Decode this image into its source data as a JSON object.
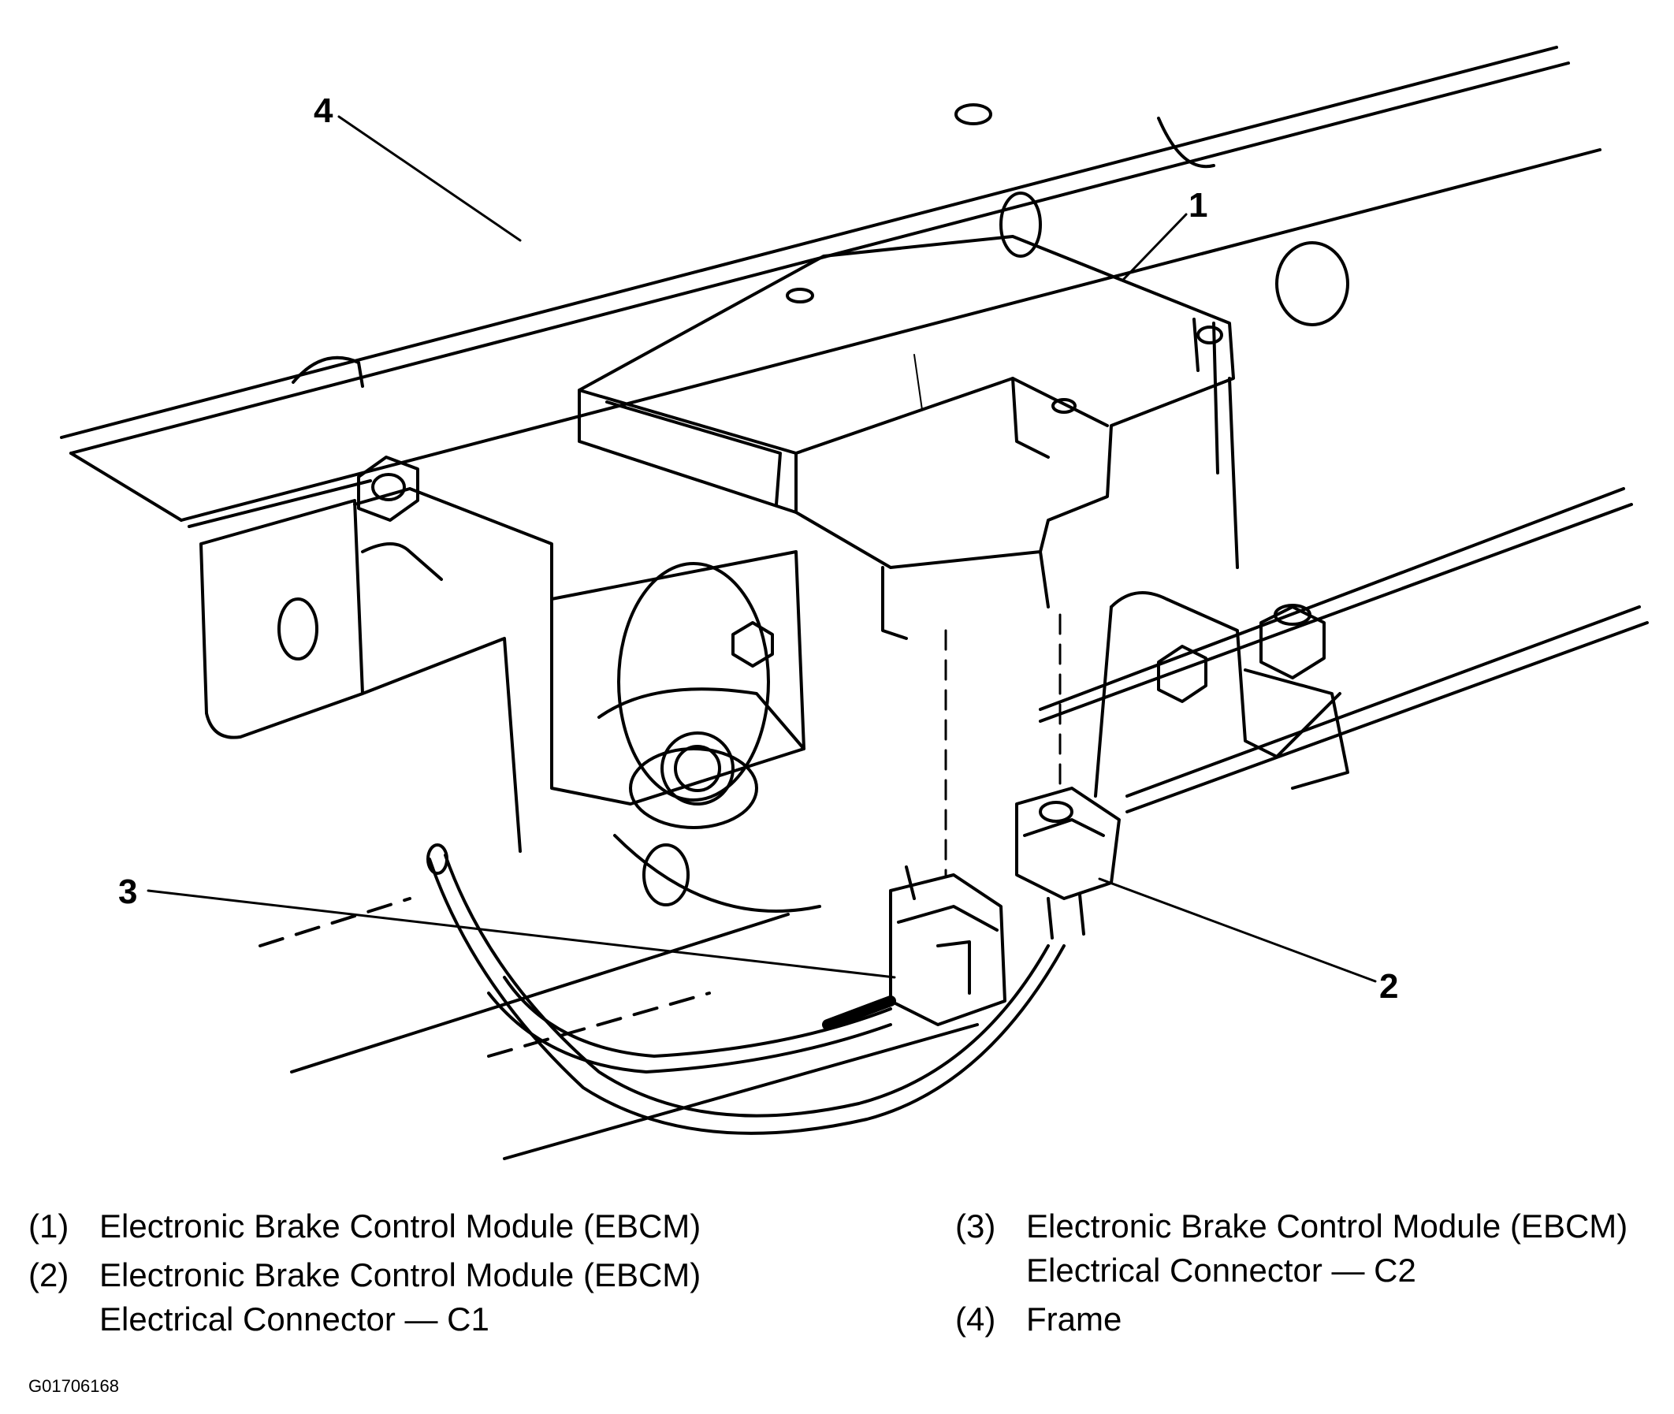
{
  "callouts": {
    "c1": "1",
    "c2": "2",
    "c3": "3",
    "c4": "4"
  },
  "legend": [
    {
      "num": "(1)",
      "line1": "Electronic Brake Control Module (EBCM)",
      "line2": ""
    },
    {
      "num": "(2)",
      "line1": "Electronic Brake Control Module (EBCM)",
      "line2": "Electrical Connector — C1"
    },
    {
      "num": "(3)",
      "line1": "Electronic Brake Control Module (EBCM)",
      "line2": "Electrical Connector — C2"
    },
    {
      "num": "(4)",
      "line1": "Frame",
      "line2": ""
    }
  ],
  "figure_id": "G01706168"
}
